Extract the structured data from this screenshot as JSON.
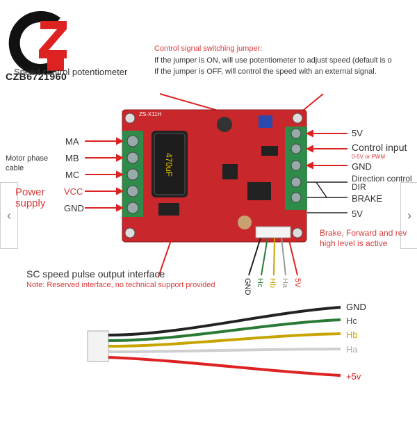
{
  "logo": {
    "text": "CZB6721960",
    "letters": "CZB"
  },
  "top": {
    "potentiometer_label": "Speed control potentiometer",
    "jumper_title": "Control signal switching jumper:",
    "jumper_on": "If the jumper is ON, will use potentiometer to adjust speed (default is o",
    "jumper_off": "If the jumper is OFF, will control the speed with an external signal."
  },
  "left": {
    "motor_phase": "Motor phase\ncable",
    "motor_phase_1": "Motor phase",
    "motor_phase_2": "cable",
    "power_1": "Power",
    "power_2": "supply",
    "ma": "MA",
    "mb": "MB",
    "mc": "MC",
    "vcc": "VCC",
    "gnd": "GND"
  },
  "right": {
    "v5_top": "5V",
    "control_input": "Control input",
    "control_sub": "0-5V or PWM",
    "gnd": "GND",
    "direction": "Direction control",
    "dir": "DIR",
    "brake": "BRAKE",
    "v5_bottom": "5V",
    "brake_note_1": "Brake, Forward and rev",
    "brake_note_2": "high level is active"
  },
  "board": {
    "cap_label": "470uF",
    "model": "ZS-X11H"
  },
  "bottom": {
    "sc_title": "SC speed pulse output interface",
    "sc_note": "Note: Reserved interface, no technical support provided",
    "pins": [
      "GND",
      "Hc",
      "Hb",
      "Ha",
      "5V"
    ],
    "wires": [
      "GND",
      "Hc",
      "Hb",
      "Ha",
      "+5v"
    ]
  },
  "colors": {
    "board": "#c8272b",
    "red_text": "#d93a3a",
    "terminal": "#2e8b4a",
    "hb": "#c8a400"
  },
  "nav": {
    "prev": "‹",
    "next": "›"
  }
}
